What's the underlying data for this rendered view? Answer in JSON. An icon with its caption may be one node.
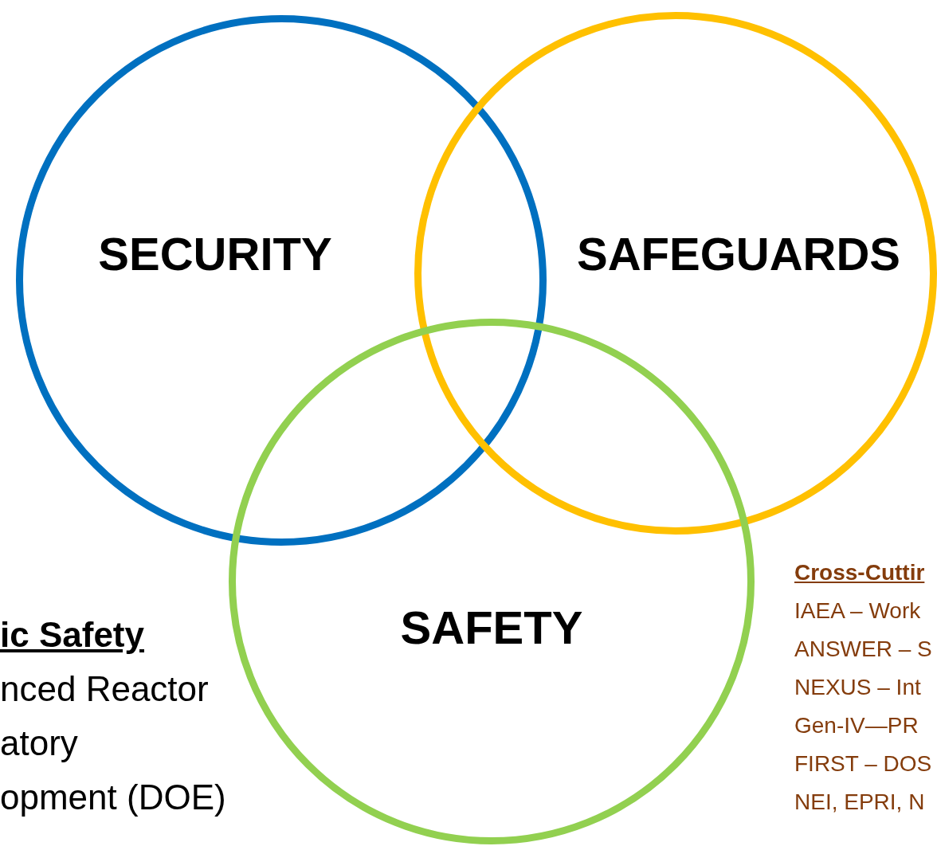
{
  "diagram": {
    "nodes": [
      {
        "text": [
          "SECURITY"
        ]
      },
      {
        "text": [
          "SAFEGUARDS"
        ]
      },
      {
        "text": [
          "SAFETY"
        ]
      }
    ],
    "labels": [
      "ic Safety",
      "nced Reactor",
      "atory",
      "opment (DOE)",
      "Cross-Cuttir",
      "IAEA – Work",
      "ANSWER – S",
      "NEXUS – Int",
      "Gen-IV—PR",
      "FIRST – DOS",
      "NEI, EPRI, N"
    ]
  }
}
